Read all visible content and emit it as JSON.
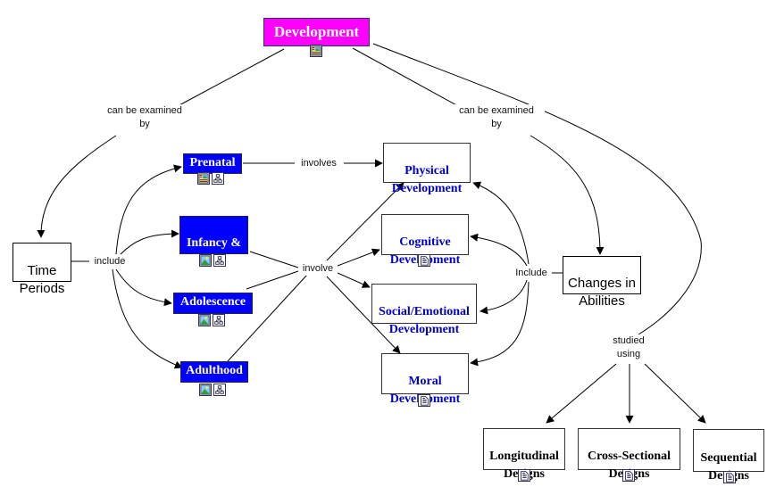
{
  "concept_map": {
    "title": "Development",
    "colors": {
      "root_fill": "#ff00ff",
      "period_fill": "#0000ff",
      "domain_text": "#0000cc",
      "edge": "#000000"
    },
    "nodes": {
      "development": {
        "label": "Development",
        "icons": [
          "image-doc-icon"
        ]
      },
      "time_periods": {
        "label": "Time\nPeriods"
      },
      "prenatal": {
        "label": "Prenatal",
        "icons": [
          "image-doc-icon",
          "hierarchy-icon"
        ]
      },
      "infancy": {
        "label": "Infancy &\nChildhood",
        "icons": [
          "image-icon",
          "hierarchy-icon"
        ]
      },
      "adolescence": {
        "label": "Adolescence",
        "icons": [
          "image-icon",
          "hierarchy-icon"
        ]
      },
      "adulthood": {
        "label": "Adulthood",
        "icons": [
          "image-icon",
          "hierarchy-icon"
        ]
      },
      "physical": {
        "label": "Physical\nDevelopment"
      },
      "cognitive": {
        "label": "Cognitive\nDevelopment",
        "icons": [
          "document-icon"
        ]
      },
      "social": {
        "label": "Social/Emotional\nDevelopment"
      },
      "moral": {
        "label": "Moral\nDevelopment",
        "icons": [
          "document-icon"
        ]
      },
      "changes": {
        "label": "Changes in\nAbilities"
      },
      "longitudinal": {
        "label": "Longitudinal\nDesigns",
        "icons": [
          "document-icon"
        ]
      },
      "cross_sectional": {
        "label": "Cross-Sectional\nDesigns",
        "icons": [
          "document-icon"
        ]
      },
      "sequential": {
        "label": "Sequential\nDesigns",
        "icons": [
          "document-icon"
        ]
      }
    },
    "link_labels": {
      "examined_left": "can be examined\nby",
      "examined_right": "can be examined\nby",
      "include_left": "include",
      "involves": "involves",
      "involve": "involve",
      "include_right": "Include",
      "studied_using": "studied\nusing"
    }
  }
}
